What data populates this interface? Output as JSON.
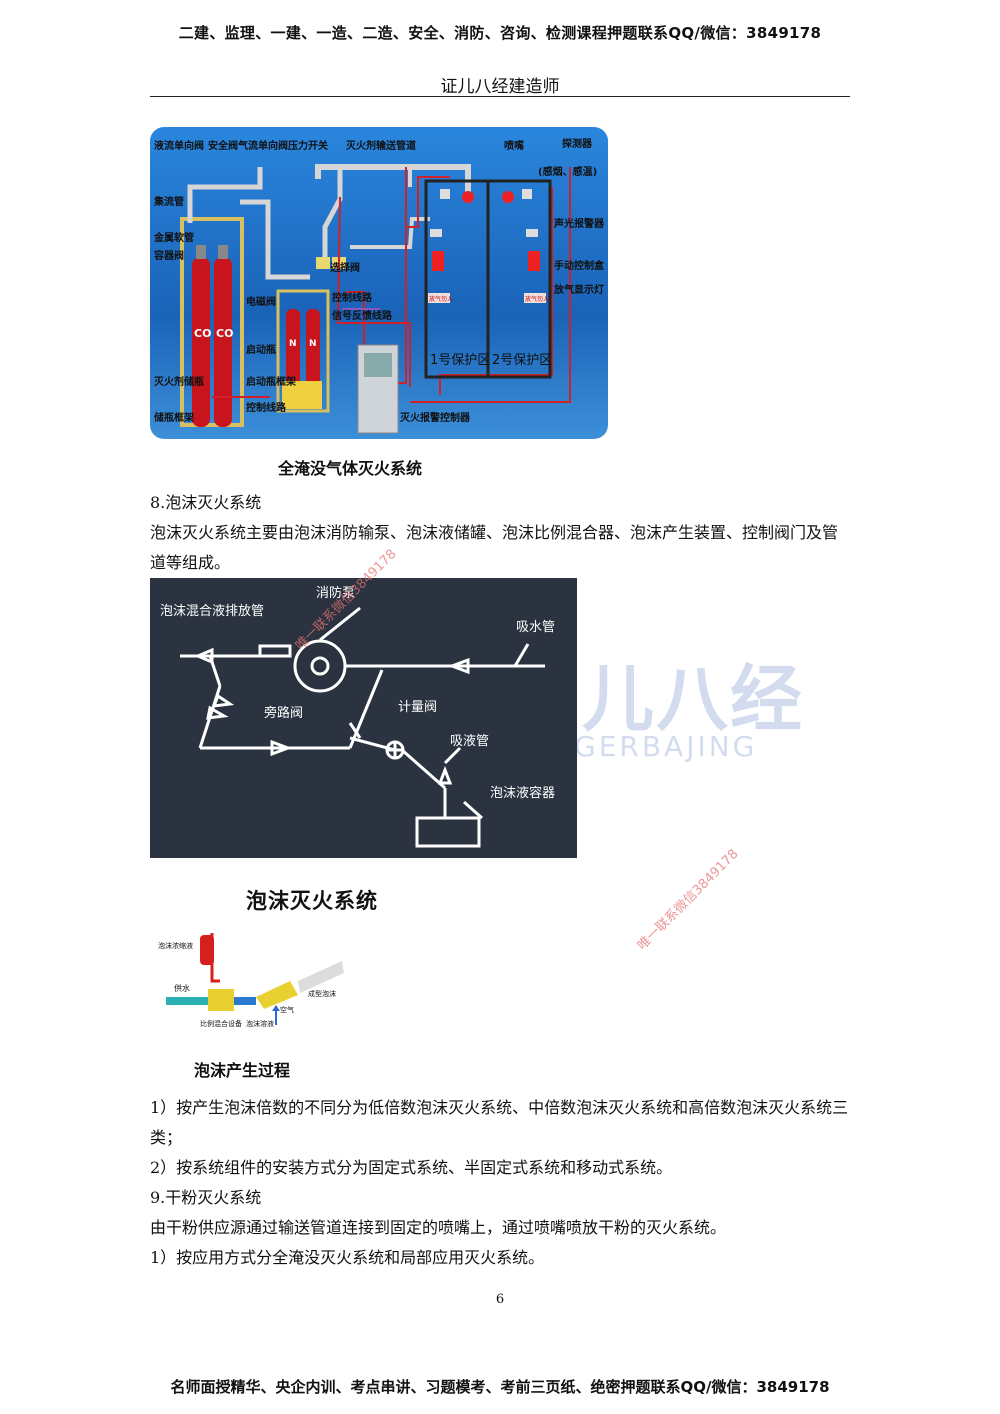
{
  "header": {
    "promo": "二建、监理、一建、一造、二造、安全、消防、咨询、检测课程押题联系QQ/微信：3849178",
    "brand": "证儿八经建造师"
  },
  "figure1": {
    "caption": "全淹没气体灭火系统",
    "labels": {
      "check_valve": "液流单向阀",
      "safety_valve": "安全阀",
      "gas_check_valve": "气流单向阀",
      "pressure_switch": "压力开关",
      "agent_pipe": "灭火剂输送管道",
      "nozzle": "喷嘴",
      "detector": "探测器",
      "detector_type": "(感烟、感温)",
      "manifold": "集流管",
      "metal_hose": "金属软管",
      "container_valve": "容器阀",
      "selector_valve": "选择阀",
      "solenoid_valve": "电磁阀",
      "control_line": "控制线路",
      "feedback_line": "信号反馈线路",
      "start_bottle": "启动瓶",
      "agent_bottle": "灭火剂储瓶",
      "start_rack": "启动瓶框架",
      "ctrl_line2": "控制线路",
      "storage_rack": "储瓶框架",
      "alarm": "声光报警器",
      "manual_box": "手动控制盒",
      "discharge_light": "放气显示灯",
      "zone1": "1号保护区",
      "zone2": "2号保护区",
      "controller": "灭火报警控制器",
      "co": "CO",
      "n": "N",
      "tag": "放气勿入"
    }
  },
  "section8": {
    "title": "8.泡沫灭火系统",
    "para": "泡沫灭火系统主要由泡沫消防输泵、泡沫液储罐、泡沫比例混合器、泡沫产生装置、控制阀门及管道等组成。"
  },
  "figure2": {
    "labels": {
      "discharge": "泡沫混合液排放管",
      "pump": "消防泵",
      "suction": "吸水管",
      "bypass": "旁路阀",
      "meter": "计量阀",
      "liquid_pipe": "吸液管",
      "container": "泡沫液容器"
    }
  },
  "figure3": {
    "title": "泡沫灭火系统",
    "labels": {
      "tank": "泡沫浓缩液",
      "water": "供水",
      "air": "空气",
      "foam": "成型泡沫",
      "mixer": "比例混合设备",
      "solution": "泡沫溶液"
    },
    "caption": "泡沫产生过程"
  },
  "list": {
    "item1": "1）按产生泡沫倍数的不同分为低倍数泡沫灭火系统、中倍数泡沫灭火系统和高倍数泡沫灭火系统三类；",
    "item2": "2）按系统组件的安装方式分为固定式系统、半固定式系统和移动式系统。"
  },
  "section9": {
    "title": "9.干粉灭火系统",
    "para": "由干粉供应源通过输送管道连接到固定的喷嘴上，通过喷嘴喷放干粉的灭火系统。",
    "item1": "1）按应用方式分全淹没灭火系统和局部应用灭火系统。"
  },
  "page_number": "6",
  "footer": "名师面授精华、央企内训、考点串讲、习题模考、考前三页纸、绝密押题联系QQ/微信：3849178",
  "watermark": {
    "text": "唯一联系微信3849178",
    "logo": "儿八经",
    "logo_en": "GERBAJING"
  },
  "colors": {
    "fig1_bg": "#1f6fc4",
    "fig2_bg": "#2b3340",
    "bottle_red": "#c8141c",
    "wire_red": "#d0202a",
    "watermark_red": "#e57373"
  }
}
